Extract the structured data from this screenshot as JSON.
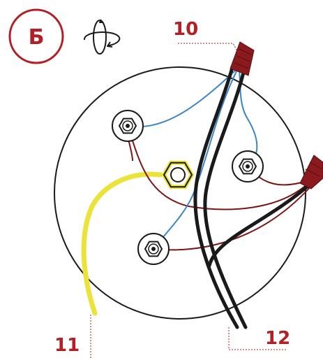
{
  "badge": {
    "letter": "Б"
  },
  "callouts": [
    {
      "id": "10",
      "label": "10"
    },
    {
      "id": "11",
      "label": "11"
    },
    {
      "id": "12",
      "label": "12"
    }
  ],
  "icons": {
    "rotate": "rotate-3d-icon"
  },
  "colors": {
    "accent": "#b21f24",
    "connector": "#8a1a1e",
    "blue_wire": "#3a86c8",
    "red_wire": "#7a1616",
    "black_wire": "#1a1a1a",
    "yellow_wire": "#ece33a",
    "outline": "#1a1a1a"
  }
}
